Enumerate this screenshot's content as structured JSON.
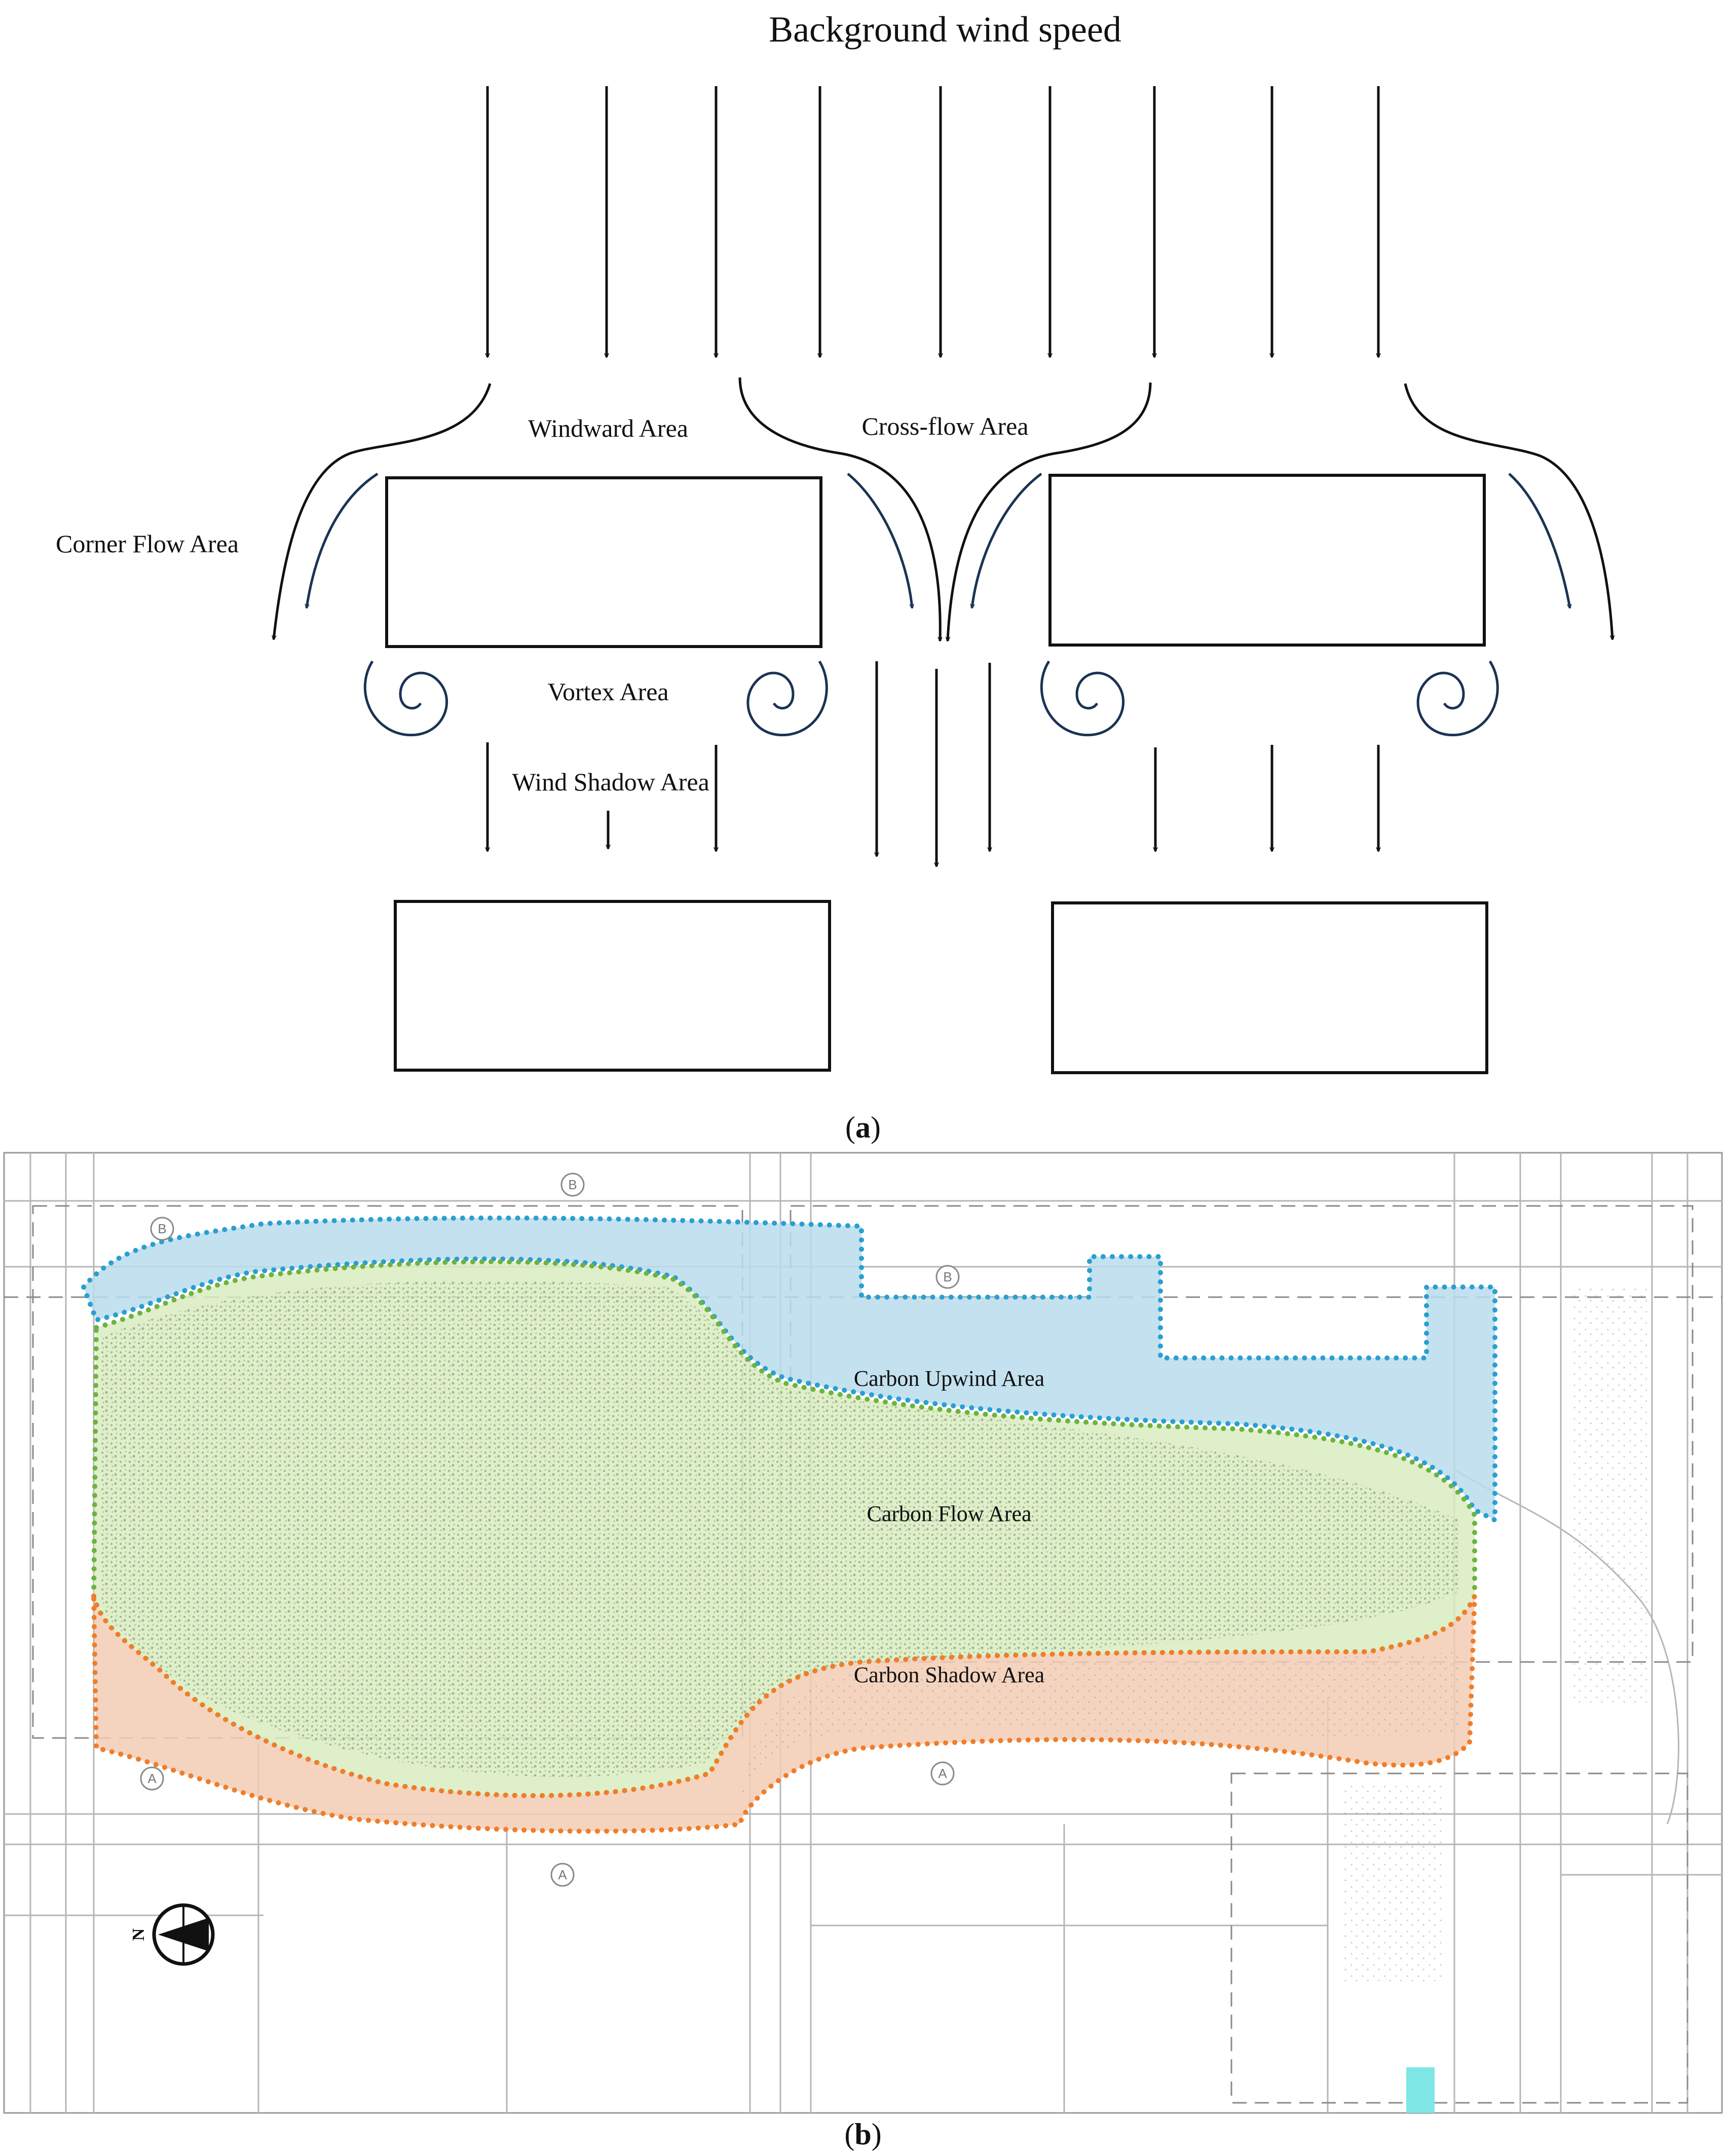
{
  "panel_a": {
    "title": "Background wind speed",
    "labels": {
      "windward": "Windward Area",
      "cross_flow": "Cross-flow Area",
      "corner_flow": "Corner Flow Area",
      "vortex": "Vortex Area",
      "wind_shadow": "Wind Shadow Area"
    },
    "caption_open": "(",
    "caption_letter": "a",
    "caption_close": ")"
  },
  "panel_b": {
    "zones": {
      "upwind": "Carbon Upwind Area",
      "flow": "Carbon Flow Area",
      "shadow": "Carbon Shadow Area"
    },
    "zone_colors": {
      "upwind_fill": "#b9dcec",
      "upwind_border": "#2a9fd0",
      "flow_fill": "#d8ecc0",
      "flow_border": "#6db33f",
      "shadow_fill": "#f3cdb4",
      "shadow_border": "#f07d2a"
    },
    "map_markers": [
      "B",
      "B",
      "B",
      "A",
      "A",
      "A"
    ],
    "north_label": "N",
    "caption_open": "(",
    "caption_letter": "b",
    "caption_close": ")"
  }
}
